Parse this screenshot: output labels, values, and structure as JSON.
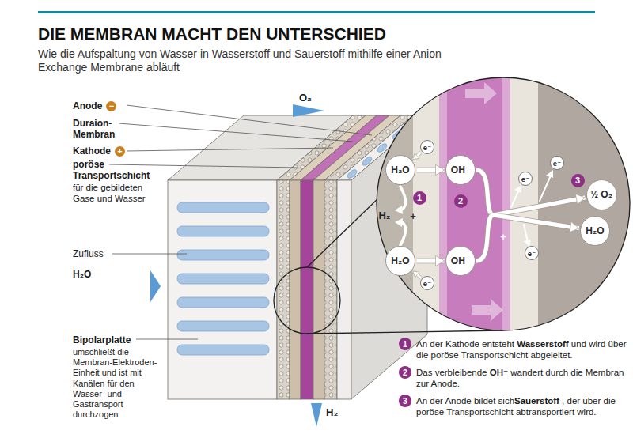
{
  "diagram": {
    "title": "DIE MEMBRAN MACHT DEN UNTERSCHIED",
    "nodes": [
      {
        "text": [
          "H₂O"
        ]
      },
      {
        "text": [
          "OH⁻"
        ]
      },
      {
        "text": [
          "H₂O"
        ]
      },
      {
        "text": [
          "OH⁻"
        ]
      },
      {
        "text": [
          "½ O₂"
        ]
      },
      {
        "text": [
          "H₂O"
        ]
      },
      {
        "text": [
          "e⁻"
        ]
      },
      {
        "text": [
          "e⁻"
        ]
      },
      {
        "text": [
          "e⁻"
        ]
      },
      {
        "text": [
          "e⁻"
        ]
      },
      {
        "text": [
          "e⁻"
        ]
      }
    ],
    "edges": [
      {
        "from": 0,
        "to": 1,
        "arrow": "to"
      },
      {
        "from": 2,
        "to": 3,
        "arrow": "to"
      },
      {
        "from": 1,
        "to": 4,
        "arrow": "to"
      },
      {
        "from": 1,
        "to": 5,
        "arrow": "to"
      },
      {
        "from": 3,
        "to": 4,
        "arrow": "to"
      },
      {
        "from": 3,
        "to": 5,
        "arrow": "to"
      },
      {
        "from": 6,
        "to": 0,
        "arrow": "to"
      },
      {
        "from": 7,
        "to": 2,
        "arrow": "to"
      }
    ],
    "labels": [
      "Wie die Aufspaltung von Wasser in Wasserstoff und Sauerstoff mithilfe einer Anion Exchange Membrane abläuft",
      "Anode",
      "−",
      "Duraion-Membran",
      "Kathode",
      "+",
      "poröse Transportschicht",
      "für die gebildeten Gase und Wasser",
      "Zufluss",
      "H₂O",
      "Bipolarplatte",
      "umschließt die Membran-Elektroden-Einheit und ist mit Kanälen für den Wasser- und Gastransport durchzogen",
      "O₂",
      "H₂",
      "H₂",
      "+",
      "+",
      "1",
      "2",
      "3",
      "1",
      "An der Kathode entsteht",
      "Wasserstoff",
      "und wird über die poröse Transportschicht abgeleitet.",
      "2",
      "Das verbleibende",
      "OH⁻",
      "wandert durch die Membran zur Anode.",
      "3",
      "An der Anode bildet sich",
      "Sauerstoff",
      ", der über die poröse Transportschicht abtransportiert wird."
    ]
  }
}
